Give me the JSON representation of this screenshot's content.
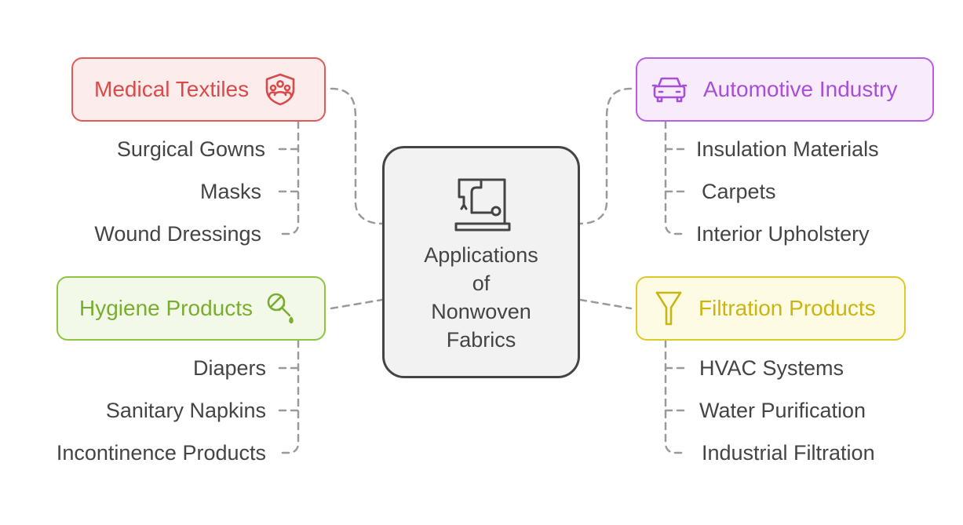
{
  "center": {
    "title_lines": [
      "Applications",
      "of",
      "Nonwoven",
      "Fabrics"
    ],
    "icon": "sewing-machine-icon"
  },
  "categories": {
    "medical": {
      "label": "Medical Textiles",
      "icon": "shield-people-icon",
      "color": "#e05a58",
      "fill": "#fdecec",
      "items": [
        "Surgical Gowns",
        "Masks",
        "Wound Dressings"
      ]
    },
    "hygiene": {
      "label": "Hygiene Products",
      "icon": "dropper-icon",
      "color": "#8fc441",
      "fill": "#f3f9e8",
      "items": [
        "Diapers",
        "Sanitary Napkins",
        "Incontinence Products"
      ]
    },
    "automotive": {
      "label": "Automotive Industry",
      "icon": "car-icon",
      "color": "#b85ee3",
      "fill": "#f8ecfc",
      "items": [
        "Insulation Materials",
        "Carpets",
        "Interior Upholstery"
      ]
    },
    "filtration": {
      "label": "Filtration Products",
      "icon": "funnel-icon",
      "color": "#ddc928",
      "fill": "#fdfbe3",
      "items": [
        "HVAC Systems",
        "Water Purification",
        "Industrial Filtration"
      ]
    }
  }
}
